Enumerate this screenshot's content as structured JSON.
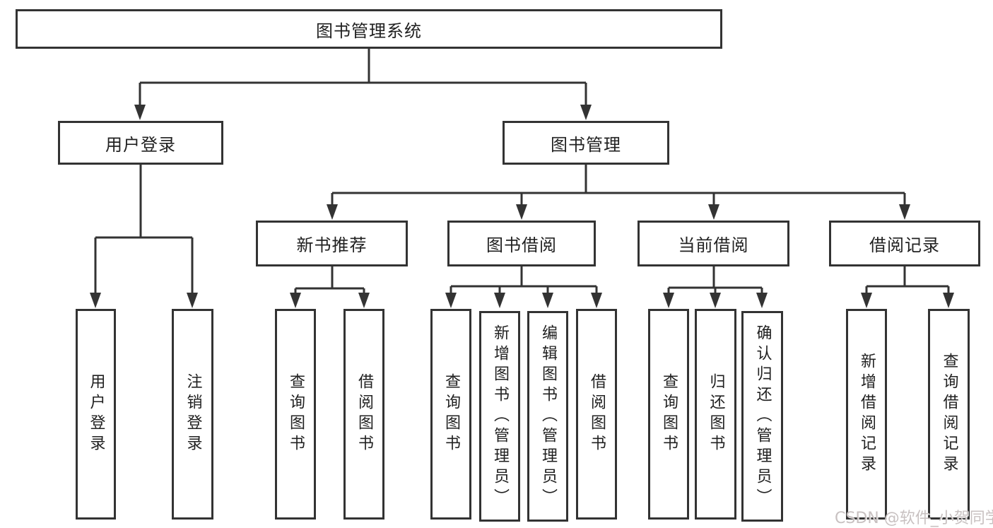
{
  "diagram": {
    "title": "图书管理系统",
    "colors": {
      "line": "#333333",
      "text": "#212121",
      "box_background": "#ffffff",
      "watermark": "#c5bebe"
    },
    "tree": {
      "root": {
        "label": "图书管理系统",
        "children": [
          {
            "label": "用户登录",
            "children": [
              {
                "label": "用户登录"
              },
              {
                "label": "注销登录"
              }
            ]
          },
          {
            "label": "图书管理",
            "children": [
              {
                "label": "新书推荐",
                "children": [
                  {
                    "label": "查询图书"
                  },
                  {
                    "label": "借阅图书"
                  }
                ]
              },
              {
                "label": "图书借阅",
                "children": [
                  {
                    "label": "查询图书"
                  },
                  {
                    "label": "新增图书（管理员）"
                  },
                  {
                    "label": "编辑图书（管理员）"
                  },
                  {
                    "label": "借阅图书"
                  }
                ]
              },
              {
                "label": "当前借阅",
                "children": [
                  {
                    "label": "查询图书"
                  },
                  {
                    "label": "归还图书"
                  },
                  {
                    "label": "确认归还（管理员）"
                  }
                ]
              },
              {
                "label": "借阅记录",
                "children": [
                  {
                    "label": "新增借阅记录"
                  },
                  {
                    "label": "查询借阅记录"
                  }
                ]
              }
            ]
          }
        ]
      }
    }
  },
  "watermark": {
    "text": "CSDN @软件_小贺同学"
  }
}
